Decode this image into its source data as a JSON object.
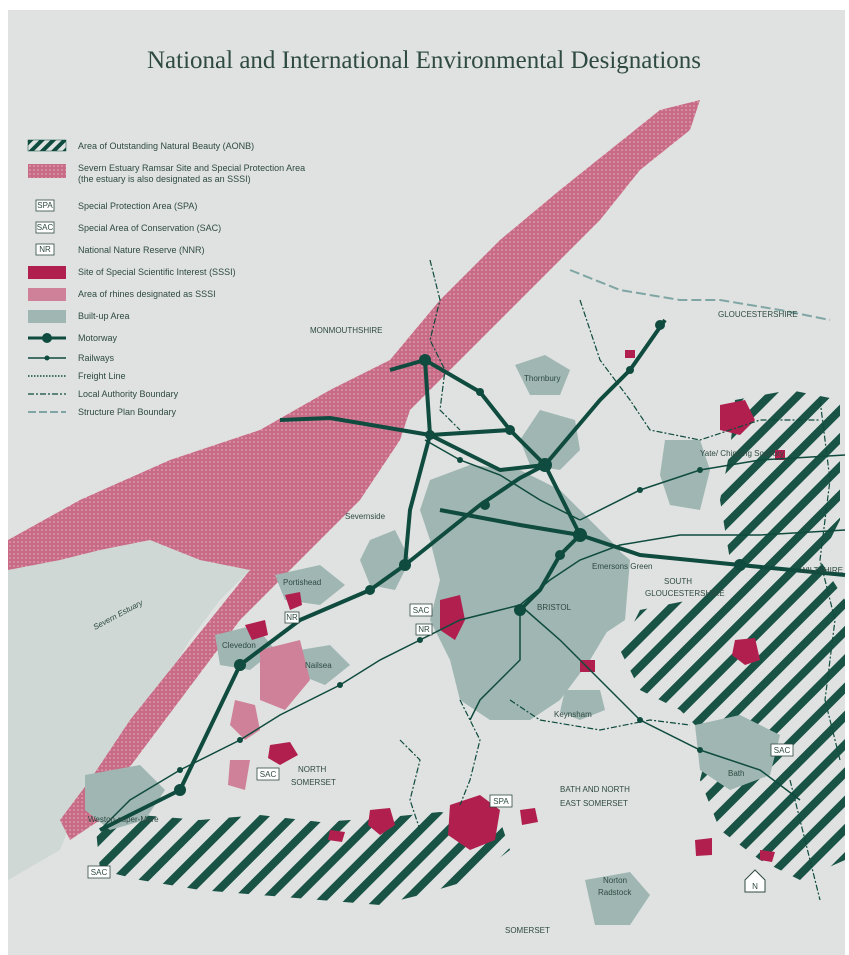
{
  "title": "National and International Environmental Designations",
  "colors": {
    "background": "#dfe2e0",
    "ramsar": "#c86b86",
    "sssi": "#b01f4e",
    "rhines": "#cf8199",
    "built_up": "#9fb6b2",
    "motorway": "#0f4b3e",
    "aonb": "#0f4b3e",
    "text": "#2f4a42"
  },
  "legend": [
    {
      "key": "aonb",
      "label": "Area of Outstanding Natural Beauty (AONB)"
    },
    {
      "key": "ramsar",
      "label": "Severn Estuary Ramsar Site and Special Protection Area",
      "label2": "(the estuary is also designated as an SSSI)"
    },
    {
      "key": "spa",
      "badge": "SPA",
      "label": "Special Protection Area (SPA)"
    },
    {
      "key": "sac",
      "badge": "SAC",
      "label": "Special Area of Conservation (SAC)"
    },
    {
      "key": "nnr",
      "badge": "NR",
      "label": "National Nature Reserve (NNR)"
    },
    {
      "key": "sssi",
      "label": "Site of Special Scientific Interest (SSSI)"
    },
    {
      "key": "rhines",
      "label": "Area of rhines designated as SSSI"
    },
    {
      "key": "built_up",
      "label": "Built-up Area"
    },
    {
      "key": "motorway",
      "label": "Motorway"
    },
    {
      "key": "railway",
      "label": "Railways"
    },
    {
      "key": "freight",
      "label": "Freight Line"
    },
    {
      "key": "boundary",
      "label": "Local Authority Boundary"
    },
    {
      "key": "structure",
      "label": "Structure Plan Boundary"
    }
  ],
  "places": {
    "monmouthshire": "MONMOUTHSHIRE",
    "gloucestershire": "GLOUCESTERSHIRE",
    "thornbury": "Thornbury",
    "yate": "Yate/ Chipping Sodbury",
    "severnside": "Severnside",
    "portishead": "Portishead",
    "clevedon": "Clevedon",
    "nailsea": "Nailsea",
    "bristol": "BRISTOL",
    "emersons": "Emersons Green",
    "south_glos_1": "SOUTH",
    "south_glos_2": "GLOUCESTERSHIRE",
    "wiltshire": "WILTSHIRE",
    "keynsham": "Keynsham",
    "north_som_1": "NORTH",
    "north_som_2": "SOMERSET",
    "banes_1": "BATH AND NORTH",
    "banes_2": "EAST SOMERSET",
    "bath": "Bath",
    "wsm": "Weston-super-Mare",
    "norton_1": "Norton",
    "norton_2": "Radstock",
    "somerset": "SOMERSET",
    "estuary": "Severn Estuary"
  },
  "badges": {
    "sac_bristol": "SAC",
    "nnr_bristol": "NR",
    "nnr_portishead": "NR",
    "sac_north": "SAC",
    "spa_south": "SPA",
    "sac_bath": "SAC",
    "sac_wsm": "SAC",
    "north_arrow": "N"
  }
}
